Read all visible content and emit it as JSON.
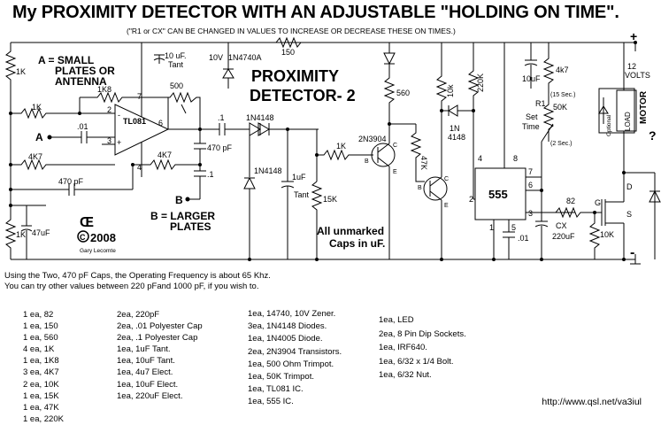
{
  "title": "My PROXIMITY DETECTOR WITH AN ADJUSTABLE \"HOLDING ON TIME\".",
  "subtitle": "(\"R1 or CX\" CAN BE CHANGED IN VALUES TO INCREASE OR DECREASE THESE ON TIMES.)",
  "schematic": {
    "heading_line1": "PROXIMITY",
    "heading_line2": "DETECTOR- 2",
    "label_a_desc_line1": "A = SMALL",
    "label_a_desc_line2": "PLATES OR",
    "label_a_desc_line3": "ANTENNA",
    "label_b_desc_line1": "B = LARGER",
    "label_b_desc_line2": "PLATES",
    "point_a": "A",
    "point_b": "B",
    "unmarked_line1": "All unmarked",
    "unmarked_line2": "Caps in uF.",
    "copyright_year": "2008",
    "copyright_name": "Gary Lecomte",
    "supply_plus": "+",
    "supply_minus": "-",
    "supply_voltage_line1": "12",
    "supply_voltage_line2": "VOLTS",
    "motor_label": "MOTOR",
    "motor_question": "?",
    "load_label": "LOAD",
    "optional_label": "Optional",
    "ic_opamp": "TL081",
    "ic_timer": "555",
    "comp_r_1k_left": "1K",
    "comp_r_1k_a": "1K",
    "comp_r_1k8": "1K8",
    "comp_r_4k7_left": "4K7",
    "comp_r_4k7_right": "4K7",
    "comp_r_1k_bottom": "1K",
    "comp_c_47uf": "47uF",
    "comp_c_01_left": ".01",
    "comp_c_470pf_left": "470 pF",
    "comp_c_10uf_tant": "10 uF.",
    "comp_c_10uf_tant2": "Tant",
    "comp_r_150": "150",
    "comp_zener": "10V",
    "comp_zener_part": "1N4740A",
    "comp_trim_500": "500",
    "comp_c_1": ".1",
    "comp_c_470pf_right": "470 pF",
    "comp_c_1b": ".1",
    "comp_d_1n4148_a": "1N4148",
    "comp_d_1n4148_b": "1N4148",
    "comp_c_1uf": "1uF",
    "comp_c_1uf_tant": "Tant",
    "comp_r_15k": "15K",
    "comp_r_1k_base": "1K",
    "comp_q1": "2N3904",
    "comp_r_560": "560",
    "comp_r_47k": "47K",
    "comp_r_10k_top": "10k",
    "comp_r_220k": "220K",
    "comp_d_1n4148_c1": "1N",
    "comp_d_1n4148_c2": "4148",
    "comp_c_10uf_right": "10uF",
    "comp_r_4k7_top": "4k7",
    "comp_r1": "R1",
    "comp_50k": "50K",
    "comp_15sec": "(15 Sec.)",
    "comp_2sec": "(2 Sec.)",
    "comp_set_time1": "Set",
    "comp_set_time2": "Time",
    "comp_r_82": "82",
    "comp_cx": "CX",
    "comp_cx_val": "220uF",
    "comp_c_01_right": ".01",
    "comp_r_10k_bottom": "10K",
    "pin_opamp_2": "2",
    "pin_opamp_3": "3",
    "pin_opamp_4": "4",
    "pin_opamp_6": "6",
    "pin_opamp_7": "7",
    "pin_opamp_minus": "-",
    "pin_opamp_plus": "+",
    "pin_555_1": "1",
    "pin_555_2": "2",
    "pin_555_3": "3",
    "pin_555_4": "4",
    "pin_555_5": "5",
    "pin_555_6": "6",
    "pin_555_7": "7",
    "pin_555_8": "8",
    "pin_b": "B",
    "pin_c": "C",
    "pin_e": "E",
    "pin_b2": "B",
    "pin_c2": "C",
    "pin_e2": "E",
    "pin_g": "G",
    "pin_d": "D",
    "pin_s": "S"
  },
  "notes": {
    "line1": "Using the Two, 470 pF Caps, the Operating Frequency is about 65 Khz.",
    "line2": "You can try other values between 220 pFand 1000 pF, if you wish to."
  },
  "parts_col1": [
    "1 ea, 82",
    "1 ea, 150",
    "1 ea, 560",
    "4 ea, 1K",
    "1 ea, 1K8",
    "3 ea, 4K7",
    "2 ea, 10K",
    "1 ea, 15K",
    "1 ea, 47K",
    "1 ea, 220K"
  ],
  "parts_col2": [
    "2ea, 220pF",
    "2ea, .01 Polyester Cap",
    "2ea, .1 Polyester Cap",
    "1ea, 1uF Tant.",
    "1ea, 10uF Tant.",
    "1ea, 4u7 Elect.",
    "1ea, 10uF Elect.",
    "1ea, 220uF Elect."
  ],
  "parts_col3": [
    "1ea, 14740, 10V Zener.",
    "3ea, 1N4148 Diodes.",
    "1ea, 1N4005 Diode.",
    "2ea, 2N3904 Transistors.",
    "1ea, 500 Ohm Trimpot.",
    "1ea, 50K Trimpot.",
    "1ea, TL081 IC.",
    "1ea, 555 IC."
  ],
  "parts_col4": [
    "1ea, LED",
    "2ea, 8 Pin Dip Sockets.",
    "1ea, IRF640.",
    "1ea, 6/32 x 1/4 Bolt.",
    "1ea, 6/32 Nut."
  ],
  "url": "http://www.qsl.net/va3iul"
}
